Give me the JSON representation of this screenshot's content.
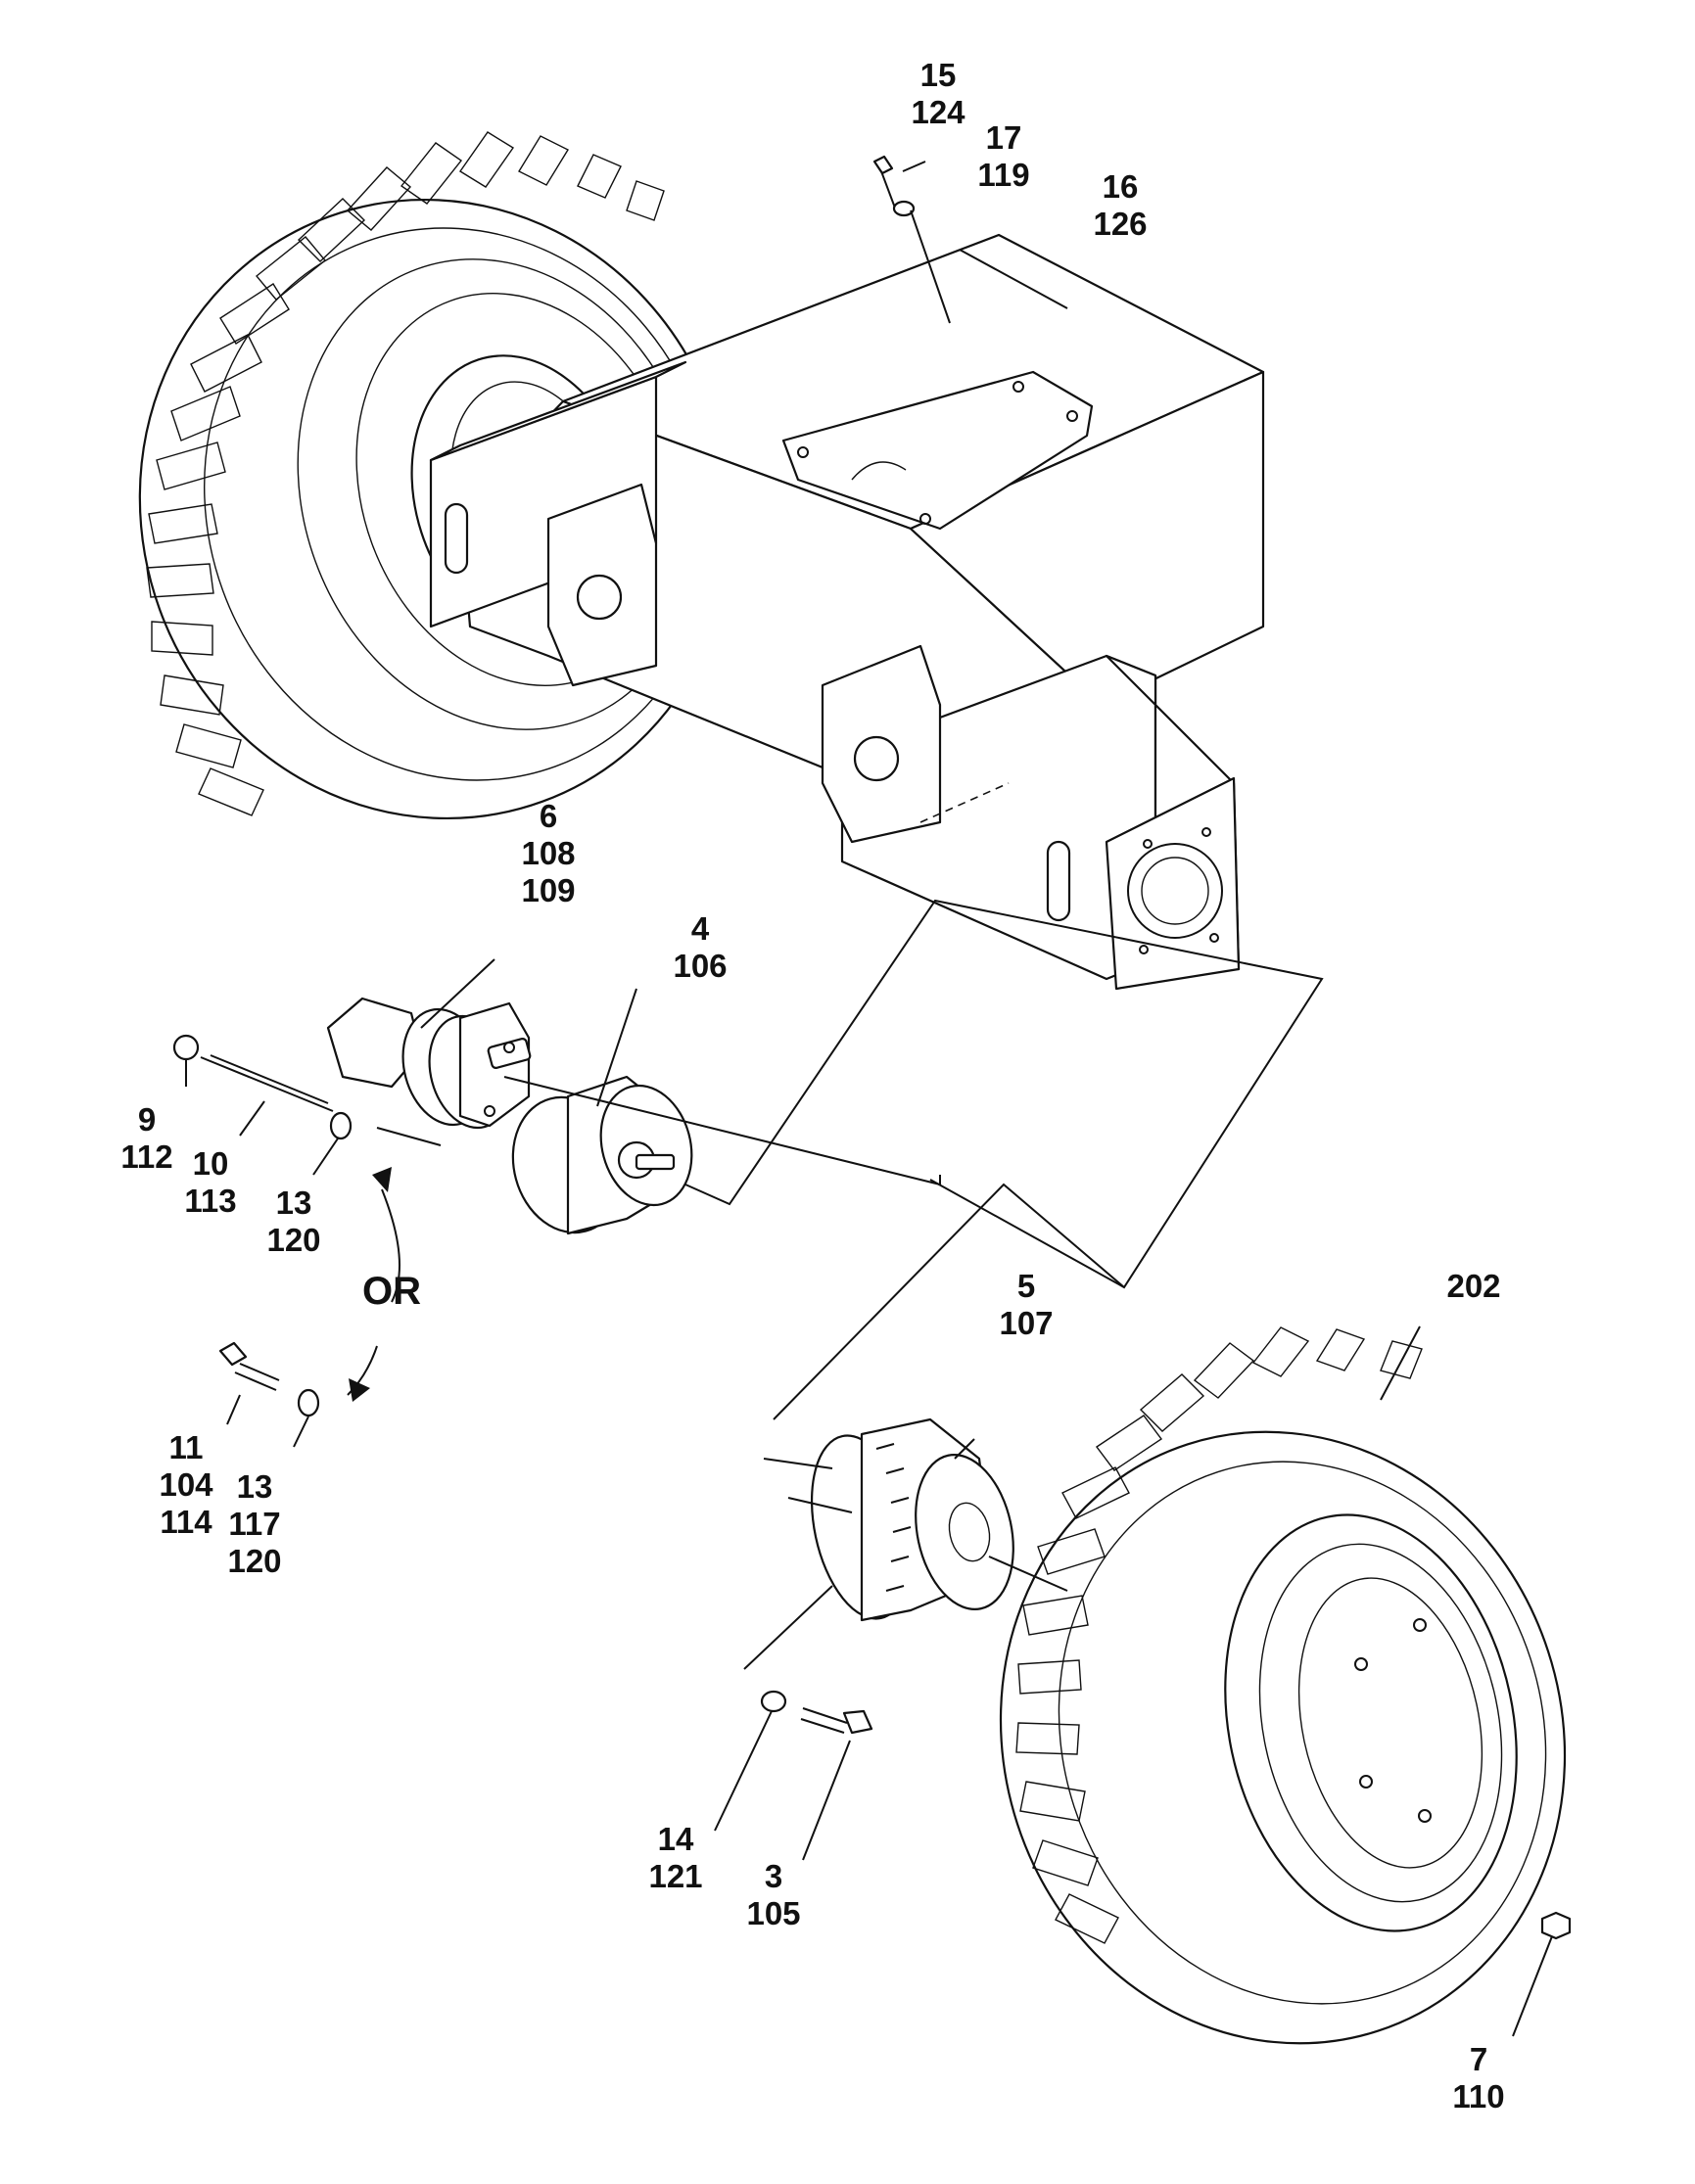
{
  "callouts": [
    {
      "id": "c15",
      "lines": [
        "15",
        "124"
      ]
    },
    {
      "id": "c17",
      "lines": [
        "17",
        "119"
      ]
    },
    {
      "id": "c16",
      "lines": [
        "16",
        "126"
      ]
    },
    {
      "id": "c6",
      "lines": [
        "6",
        "108",
        "109"
      ]
    },
    {
      "id": "c4",
      "lines": [
        "4",
        "106"
      ]
    },
    {
      "id": "c9",
      "lines": [
        "9",
        "112"
      ]
    },
    {
      "id": "c10",
      "lines": [
        "10",
        "113"
      ]
    },
    {
      "id": "c13a",
      "lines": [
        "13",
        "120"
      ]
    },
    {
      "id": "c11",
      "lines": [
        "11",
        "104",
        "114"
      ]
    },
    {
      "id": "c13b",
      "lines": [
        "13",
        "117",
        "120"
      ]
    },
    {
      "id": "c5",
      "lines": [
        "5",
        "107"
      ]
    },
    {
      "id": "c202",
      "lines": [
        "202"
      ]
    },
    {
      "id": "c14",
      "lines": [
        "14",
        "121"
      ]
    },
    {
      "id": "c3",
      "lines": [
        "3",
        "105"
      ]
    },
    {
      "id": "c7",
      "lines": [
        "7",
        "110"
      ]
    }
  ],
  "or_label": "OR"
}
